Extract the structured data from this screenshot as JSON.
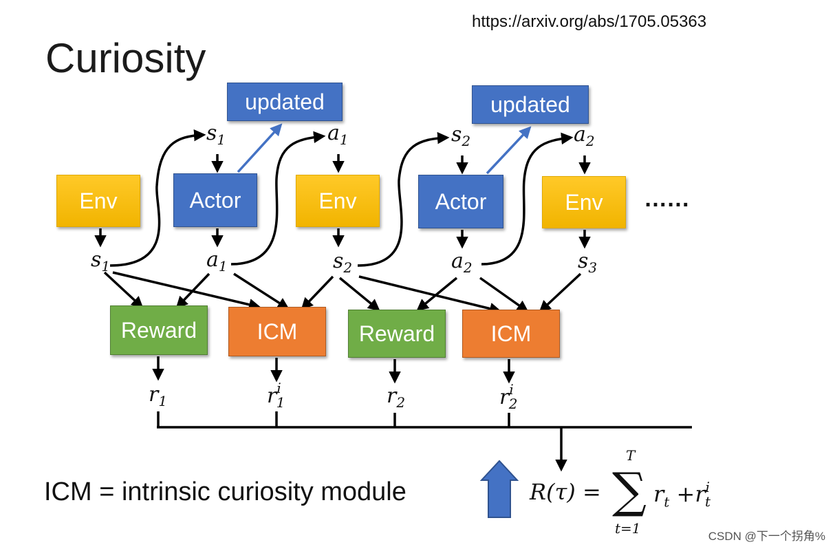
{
  "title": "Curiosity",
  "url": "https://arxiv.org/abs/1705.05363",
  "boxes": {
    "env": "Env",
    "actor": "Actor",
    "updated": "updated",
    "reward": "Reward",
    "icm": "ICM"
  },
  "vars": {
    "s": "s",
    "a": "a",
    "r": "r",
    "i": "i",
    "sub1": "1",
    "sub2": "2",
    "sub3": "3"
  },
  "ellipsis": "……",
  "caption": "ICM = intrinsic curiosity module",
  "formula": {
    "lhs": "R(τ) =",
    "sigma": "∑",
    "upper": "T",
    "lower": "t=1",
    "r": "r",
    "t": "t",
    "plus": " +r",
    "i": "i"
  },
  "watermark": "CSDN @下一个拐角%",
  "colors": {
    "env": "#ffc000",
    "actor": "#4472c4",
    "reward": "#70ad47",
    "icm": "#ed7d31",
    "link_blue": "#4472c4"
  }
}
